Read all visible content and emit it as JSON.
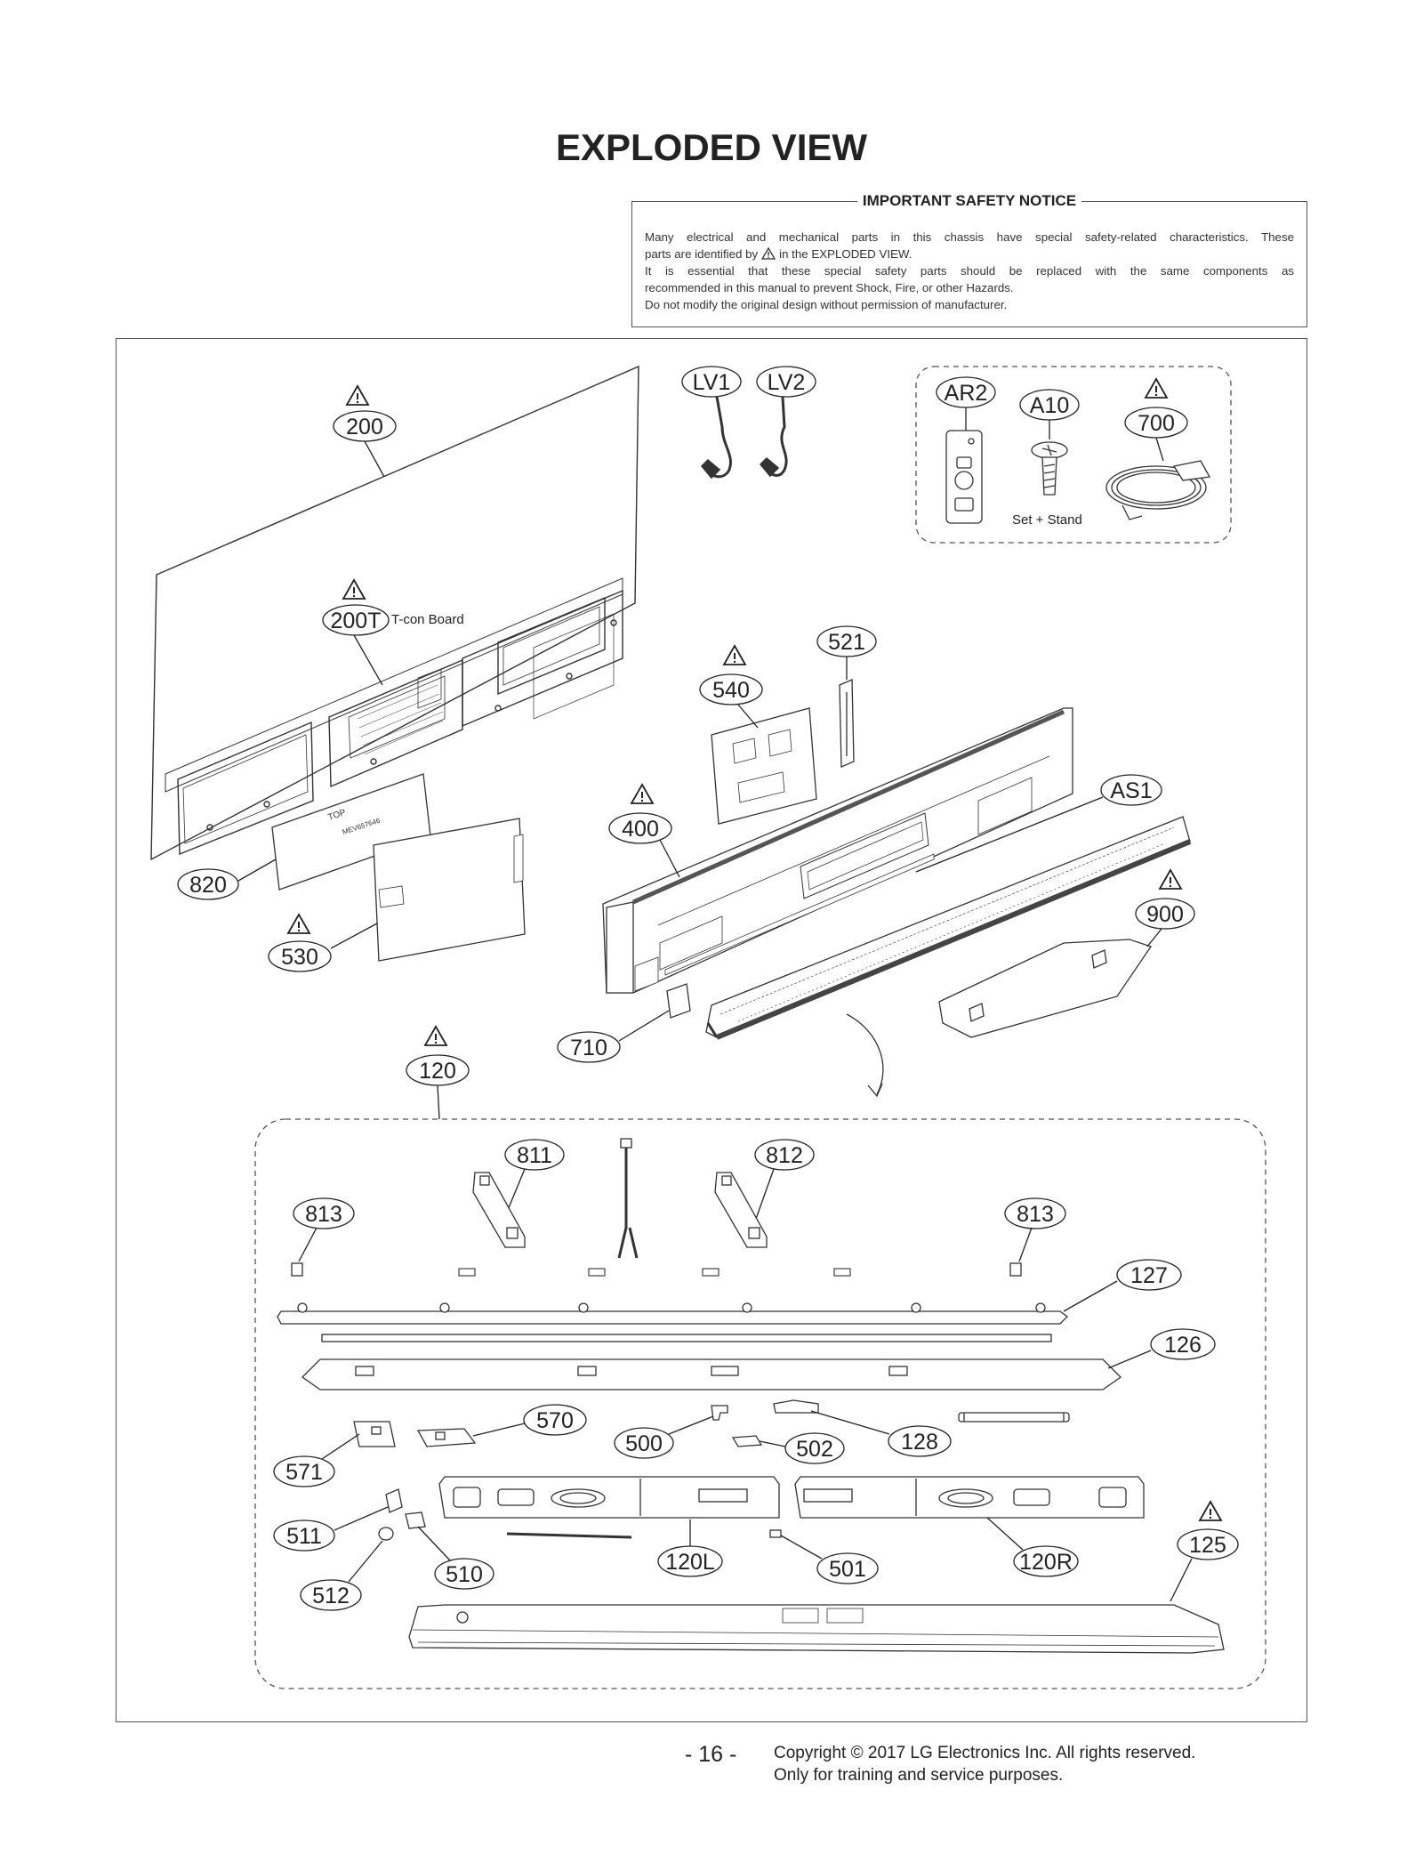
{
  "page_title": "EXPLODED VIEW",
  "notice": {
    "title": "IMPORTANT SAFETY NOTICE",
    "line1": "Many electrical and mechanical parts in this chassis have special safety-related characteristics. These",
    "line2a": "parts are identified by",
    "line2b": "in the EXPLODED VIEW.",
    "line3": "It is essential that these special safety parts should be replaced with the same components as",
    "line4": "recommended in this manual to prevent Shock, Fire, or other Hazards.",
    "line5": "Do not modify the original design without permission of manufacturer."
  },
  "callouts": {
    "c200": "200",
    "c200T": "200T",
    "tcon": "T-con Board",
    "c820": "820",
    "c530": "530",
    "c540": "540",
    "c521": "521",
    "c400": "400",
    "cAS1": "AS1",
    "c900": "900",
    "c710": "710",
    "c120": "120",
    "cLV1": "LV1",
    "cLV2": "LV2",
    "cAR2": "AR2",
    "cA10": "A10",
    "c700": "700",
    "setstand": "Set + Stand",
    "c811": "811",
    "c812": "812",
    "c813a": "813",
    "c813b": "813",
    "c127": "127",
    "c126": "126",
    "c570": "570",
    "c571": "571",
    "c500": "500",
    "c502": "502",
    "c128": "128",
    "c511": "511",
    "c510": "510",
    "c512": "512",
    "c120L": "120L",
    "c501": "501",
    "c120R": "120R",
    "c125": "125"
  },
  "board_label": "TOP",
  "board_code": "MEV657646",
  "footer": {
    "page": "- 16 -",
    "copyright": "Copyright © 2017 LG Electronics Inc. All rights reserved.",
    "purpose": "Only for training and service purposes."
  }
}
